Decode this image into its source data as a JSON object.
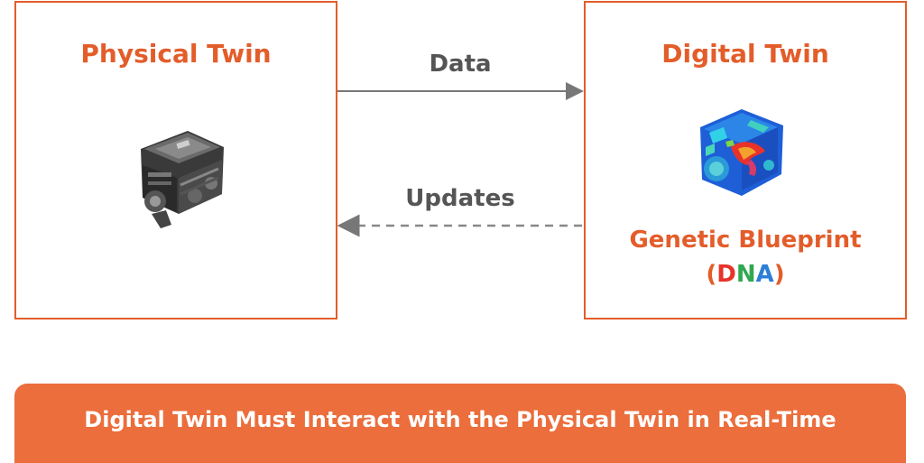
{
  "physical": {
    "title": "Physical Twin"
  },
  "digital": {
    "title": "Digital Twin",
    "blueprint_label": "Genetic Blueprint",
    "dna": {
      "open_paren": "(",
      "d": "D",
      "n": "N",
      "a": "A",
      "close_paren": ")"
    }
  },
  "arrows": {
    "data_label": "Data",
    "updates_label": "Updates"
  },
  "banner": {
    "text": "Digital Twin Must Interact with the Physical Twin in Real-Time"
  },
  "colors": {
    "accent": "#e35d2a",
    "banner": "#eb6e3c",
    "arrow": "#777777",
    "dna_d": "#e8322a",
    "dna_n": "#2fa84f",
    "dna_a": "#2c7fd6"
  },
  "icons": {
    "physical_image": "engine-photo-icon",
    "digital_image": "engine-simulation-icon"
  }
}
